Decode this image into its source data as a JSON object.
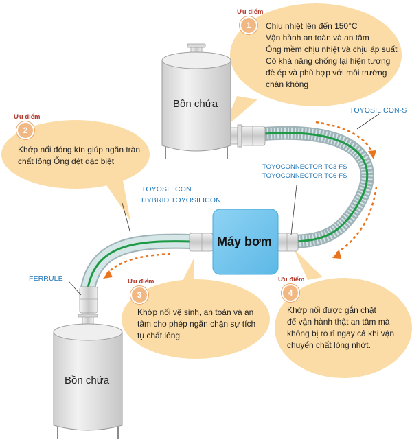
{
  "point_label": "Ưu điểm",
  "advantages": [
    {
      "number": "1",
      "lines": [
        "Chịu nhiệt lên đến 150°C",
        "Vận hành an toàn và an tâm",
        "Ống mềm chịu nhiệt và chịu áp suất",
        "Có khả năng chống lại hiện tượng",
        "đè ép và phù hợp với môi trường",
        "chân không"
      ]
    },
    {
      "number": "2",
      "lines": [
        "Khớp nối đóng kín giúp ngăn tràn",
        "chất lỏng Ống dệt đặc biệt"
      ]
    },
    {
      "number": "3",
      "lines": [
        "Khớp nối vệ sinh, an toàn và an",
        "tâm cho phép ngăn chặn sự tích",
        "tụ chất lỏng"
      ]
    },
    {
      "number": "4",
      "lines": [
        "Khớp nối được gắn chặt",
        "để vận hành thật an tâm mà",
        "không bị rò rỉ ngay cả khi vận",
        "chuyển chất lỏng nhớt."
      ]
    }
  ],
  "tank_top_label": "Bồn chứa",
  "tank_bottom_label": "Bồn chứa",
  "pump_label": "Máy bơm",
  "product_labels": {
    "toyosilicon_s": "TOYOSILICON-S",
    "connector_tc3": "TOYOCONNECTOR TC3-FS",
    "connector_tc6": "TOYOCONNECTOR TC6-FS",
    "toyosilicon": "TOYOSILICON",
    "hybrid": "HYBRID TOYOSILICON",
    "ferrule": "FERRULE"
  },
  "colors": {
    "bubble": "#fbdca7",
    "number_badge": "#f1b884",
    "point_label": "#b03a2e",
    "blue_text": "#1f75b8",
    "pump": "#74c6ee",
    "tank_body": "#e6e6e6",
    "hose_inner": "#1e9a46",
    "flow_arrow": "#e8741e"
  }
}
